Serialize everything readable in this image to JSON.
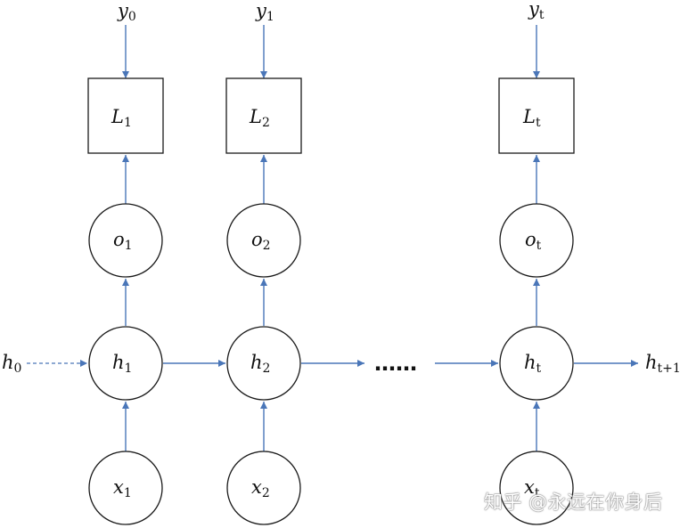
{
  "diagram": {
    "nodes": {
      "losses": [
        {
          "main": "L",
          "sub": "1"
        },
        {
          "main": "L",
          "sub": "2"
        },
        {
          "main": "L",
          "sub": "t"
        }
      ],
      "outputs": [
        {
          "main": "o",
          "sub": "1"
        },
        {
          "main": "o",
          "sub": "2"
        },
        {
          "main": "o",
          "sub": "t"
        }
      ],
      "hidden": [
        {
          "main": "h",
          "sub": "1"
        },
        {
          "main": "h",
          "sub": "2"
        },
        {
          "main": "h",
          "sub": "t"
        }
      ],
      "inputs": [
        {
          "main": "x",
          "sub": "1"
        },
        {
          "main": "x",
          "sub": "2"
        },
        {
          "main": "x",
          "sub": "t"
        }
      ],
      "targets": [
        {
          "main": "y",
          "sub": "0"
        },
        {
          "main": "y",
          "sub": "1"
        },
        {
          "main": "y",
          "sub": "t"
        }
      ]
    },
    "h0": {
      "main": "h",
      "sub": "0"
    },
    "h_next": {
      "main": "h",
      "sub": "t+1"
    },
    "ellipsis": "……",
    "colors": {
      "arrow": "#4a76b8",
      "stroke": "#1a1a1a"
    }
  },
  "watermark": "知乎 @永远在你身后"
}
